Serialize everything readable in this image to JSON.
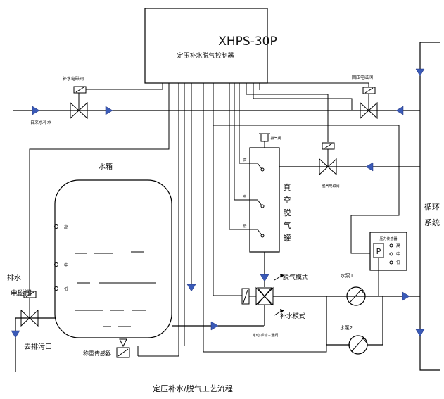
{
  "controller": {
    "model": "XHPS-30P",
    "name": "定压补水脱气控制器"
  },
  "valves": {
    "inlet_solenoid": "补水电磁阀",
    "inlet_pipe": "自来水补水",
    "return_solenoid": "回压电磁阀",
    "degas_valve": "脱气电磁阀",
    "drain_line1": "排水",
    "drain_line2": "电磁阀",
    "drain_outlet": "去排污口"
  },
  "tank": {
    "label": "水箱",
    "level_labels": [
      "高",
      "中",
      "低"
    ],
    "weight_sensor": "称重传感器"
  },
  "degasser": {
    "label_chars": [
      "真",
      "空",
      "脱",
      "气",
      "罐"
    ],
    "float_labels": [
      "高",
      "中",
      "低"
    ],
    "vent": "排气阀"
  },
  "pressure_box": {
    "title": "压力传感器",
    "indicator": "P",
    "outputs": [
      "高",
      "中",
      "低"
    ]
  },
  "modes": {
    "degas": "脱气模式",
    "refill": "补水模式",
    "three_way_label": "电动/手动三通阀"
  },
  "pumps": [
    "水泵1",
    "水泵2"
  ],
  "system": [
    "循环",
    "系统"
  ],
  "caption": "定压补水/脱气工艺流程"
}
